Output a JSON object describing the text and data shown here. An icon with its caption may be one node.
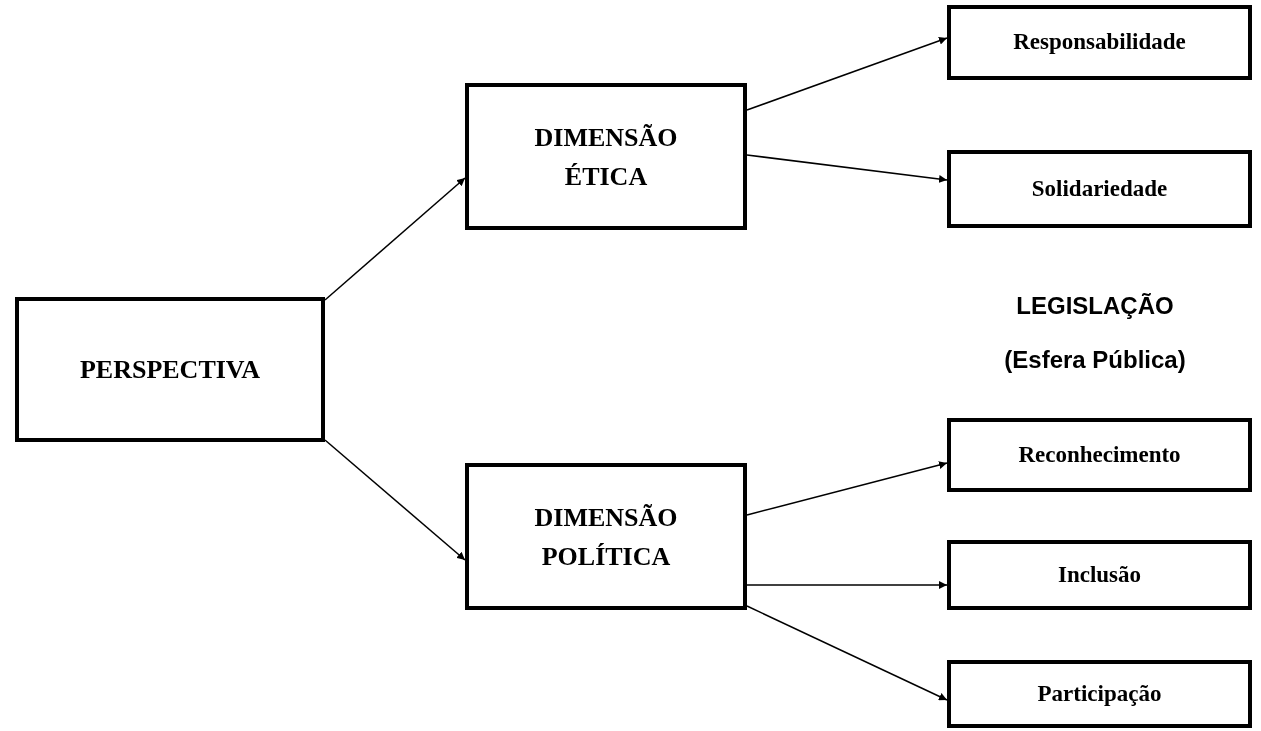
{
  "diagram": {
    "nodes": [
      {
        "text": [
          "PERSPECTIVA"
        ]
      },
      {
        "text": [
          "DIMENSÃO ÉTICA"
        ]
      },
      {
        "text": [
          "DIMENSÃO POLÍTICA"
        ]
      },
      {
        "text": [
          "Responsabilidade"
        ]
      },
      {
        "text": [
          "Solidariedade"
        ]
      },
      {
        "text": [
          "Reconhecimento"
        ]
      },
      {
        "text": [
          "Inclusão"
        ]
      },
      {
        "text": [
          "Participação"
        ]
      }
    ],
    "edges": [
      {
        "from": 0,
        "to": 1,
        "arrow": "to"
      },
      {
        "from": 0,
        "to": 2,
        "arrow": "to"
      },
      {
        "from": 1,
        "to": 3,
        "arrow": "to"
      },
      {
        "from": 1,
        "to": 4,
        "arrow": "to"
      },
      {
        "from": 2,
        "to": 5,
        "arrow": "to"
      },
      {
        "from": 2,
        "to": 6,
        "arrow": "to"
      },
      {
        "from": 2,
        "to": 7,
        "arrow": "to"
      }
    ],
    "labels": [
      "LEGISLAÇÃO",
      "(Esfera Pública)"
    ]
  }
}
